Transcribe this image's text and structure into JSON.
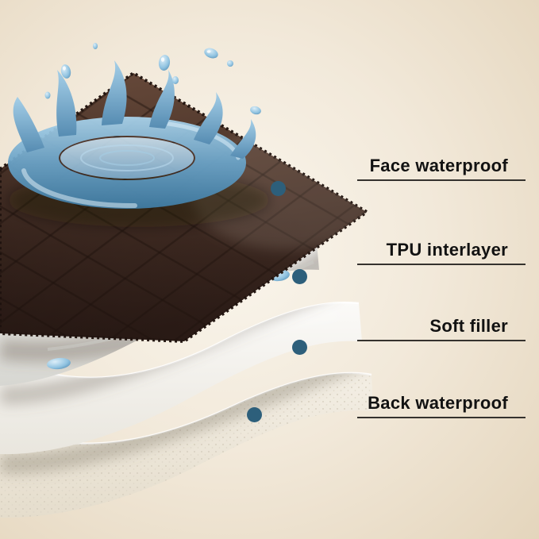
{
  "callouts": [
    {
      "label": "Face waterproof"
    },
    {
      "label": "TPU interlayer"
    },
    {
      "label": "Soft filler"
    },
    {
      "label": "Back waterproof"
    }
  ],
  "colors": {
    "background_center": "#faf6ed",
    "background_mid": "#f2e9da",
    "background_edge": "#e4d5bc",
    "callout_dot": "#2d5f7b",
    "callout_line": "#35322e",
    "label_text": "#121212",
    "face_layer_brown": "#4c352a",
    "tpu_layer_gray": "#e4e4e0",
    "soft_filler_white": "#f8f7f4",
    "back_layer_cream": "#efe9dc",
    "water_blue": "#7fb5d8"
  }
}
